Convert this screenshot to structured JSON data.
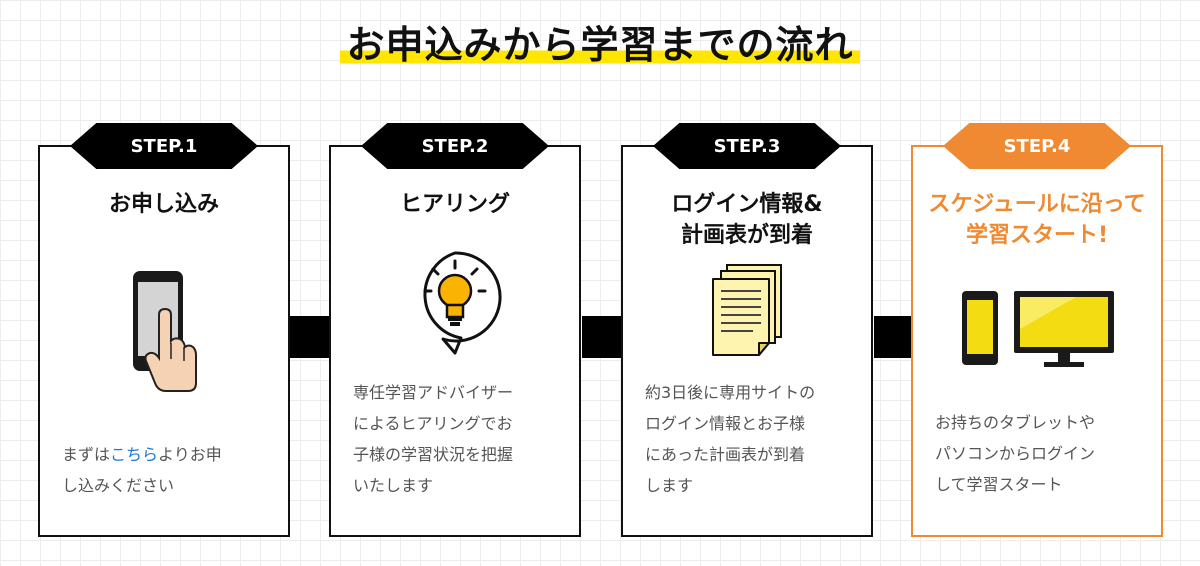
{
  "title": "お申込みから学習までの流れ",
  "steps": [
    {
      "badge": "STEP.1",
      "heading": "お申し込み",
      "desc_before": "まずは",
      "desc_link": "こちら",
      "desc_after": "よりお申\nし込みください",
      "illustration": "smartphone-tap-icon"
    },
    {
      "badge": "STEP.2",
      "heading": "ヒアリング",
      "desc": "専任学習アドバイザー\nによるヒアリングでお\n子様の学習状況を把握\nいたします",
      "illustration": "lightbulb-speech-icon"
    },
    {
      "badge": "STEP.3",
      "heading": "ログイン情報&\n計画表が到着",
      "desc": "約3日後に専用サイトの\nログイン情報とお子様\nにあった計画表が到着\nします",
      "illustration": "documents-icon"
    },
    {
      "badge": "STEP.4",
      "heading": "スケジュールに沿って\n学習スタート!",
      "desc": "お持ちのタブレットや\nパソコンからログイン\nして学習スタート",
      "illustration": "devices-icon"
    }
  ],
  "colors": {
    "highlight": "#ffe600",
    "accent": "#ef8a32",
    "link": "#1f78d1",
    "black": "#000000"
  }
}
